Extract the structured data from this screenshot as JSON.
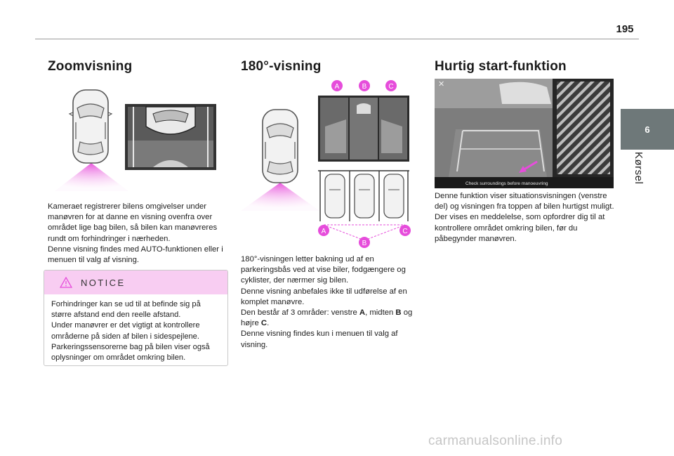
{
  "page": {
    "number": "195",
    "chapter_number": "6",
    "chapter_label": "Kørsel",
    "watermark": "carmanualsonline.info"
  },
  "col1": {
    "title": "Zoomvisning",
    "paragraphs": [
      "Kameraet registrerer bilens omgivelser under manøvren for at danne en visning ovenfra over området lige bag bilen, så bilen kan manøvreres rundt om forhindringer i nærheden.",
      "Denne visning findes med AUTO-funktionen eller i menuen til valg af visning."
    ],
    "notice": {
      "title": "NOTICE",
      "icon": "warning-triangle-icon",
      "paragraphs": [
        "Forhindringer kan se ud til at befinde sig på større afstand end den reelle afstand.",
        "Under manøvrer er det vigtigt at kontrollere områderne på siden af bilen i sidespejlene.",
        "Parkeringssensorerne bag på bilen viser også oplysninger om området omkring bilen."
      ]
    }
  },
  "col2": {
    "title": "180°-visning",
    "figure_labels_top": [
      "A",
      "B",
      "C"
    ],
    "figure_labels_bottom": [
      "A",
      "B",
      "C"
    ],
    "paragraphs": [
      "180°-visningen letter bakning ud af en parkeringsbås ved at vise biler, fodgængere og cyklister, der nærmer sig bilen.",
      "Denne visning anbefales ikke til udførelse af en komplet manøvre.",
      "Den består af 3 områder: venstre ",
      "A",
      ", midten ",
      "B",
      " og højre ",
      "C",
      ".",
      "Denne visning findes kun i menuen til valg af visning."
    ]
  },
  "col3": {
    "title": "Hurtig start-funktion",
    "screen_message": "Check surroundings before manoeuvring",
    "paragraphs": [
      "Denne funktion viser situationsvisningen (venstre del) og visningen fra toppen af bilen hurtigst muligt.",
      "Der vises en meddelelse, som opfordrer dig til at kontrollere området omkring bilen, før du påbegynder manøvren."
    ]
  },
  "colors": {
    "accent_pink": "#e64ddb",
    "notice_bg": "#f8cdf2",
    "side_tab": "#6e7879"
  }
}
